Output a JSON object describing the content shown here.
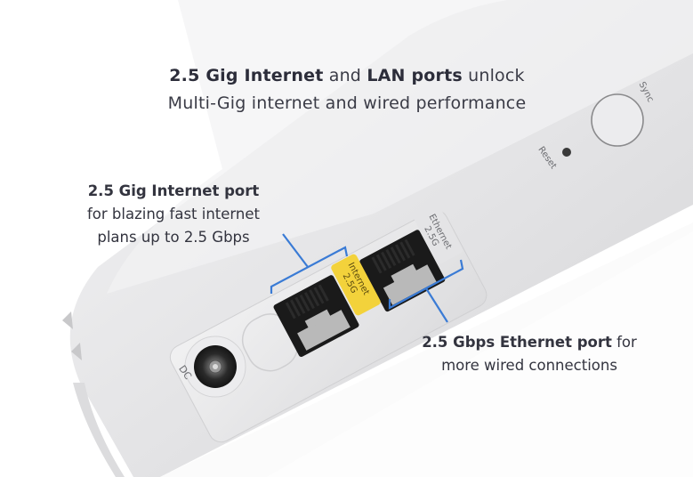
{
  "headline": {
    "line1_bold_a": "2.5 Gig Internet",
    "line1_mid": " and ",
    "line1_bold_b": "LAN ports",
    "line1_end": " unlock",
    "line2": "Multi-Gig internet and wired performance"
  },
  "callout_internet": {
    "title": "2.5 Gig Internet port",
    "line2": "for blazing fast internet",
    "line3": "plans up to 2.5 Gbps"
  },
  "callout_ethernet": {
    "title": "2.5 Gbps Ethernet port",
    "title_suffix": " for",
    "line2": "more wired connections"
  },
  "device": {
    "sync_label": "Sync",
    "reset_label": "Reset",
    "internet_port_label_line1": "Internet",
    "internet_port_label_line2": "2.5G",
    "ethernet_port_label_line1": "Ethernet",
    "ethernet_port_label_line2": "2.5G",
    "dc_label": "DC"
  },
  "colors": {
    "bracket": "#3a7bd5",
    "internet_tag": "#f3d23b",
    "text": "#33343f",
    "device_body": "#e6e6e8"
  }
}
